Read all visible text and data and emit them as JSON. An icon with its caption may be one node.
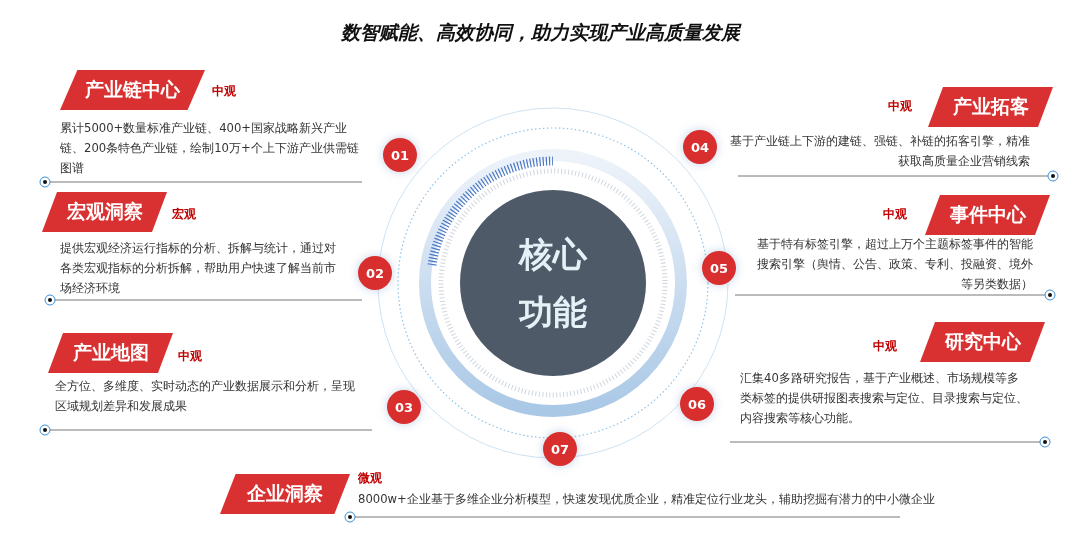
{
  "diagram": {
    "title": "数智赋能、高效协同，助力实现产业高质量发展",
    "nodes": [
      {
        "text": [
          "产业链中心"
        ],
        "beside": [
          "中观",
          "累计5000+数量标准产业链、400+国家战略新兴产业链、200条特色产业链，绘制10万+个上下游产业供需链图谱"
        ]
      },
      {
        "text": [
          "宏观洞察"
        ],
        "beside": [
          "宏观",
          "提供宏观经济运行指标的分析、拆解与统计，通过对各类宏观指标的分析拆解，帮助用户快速了解当前市场经济环境"
        ]
      },
      {
        "text": [
          "产业地图"
        ],
        "beside": [
          "中观",
          "全方位、多维度、实时动态的产业数据展示和分析，呈现区域规划差异和发展成果"
        ]
      },
      {
        "text": [
          "产业拓客"
        ],
        "beside": [
          "中观",
          "基于产业链上下游的建链、强链、补链的拓客引擎，精准获取高质量企业营销线索"
        ]
      },
      {
        "text": [
          "事件中心"
        ],
        "beside": [
          "中观",
          "基于特有标签引擎，超过上万个主题标签事件的智能搜索引擎（舆情、公告、政策、专利、投融资、境外等另类数据）"
        ]
      },
      {
        "text": [
          "研究中心"
        ],
        "beside": [
          "中观",
          "汇集40多路研究报告，基于产业概述、市场规模等多类标签的提供研报图表搜索与定位、目录搜索与定位、内容搜索等核心功能。"
        ]
      },
      {
        "text": [
          "企业洞察"
        ],
        "beside": [
          "微观",
          "8000w+企业基于多维企业分析模型，快速发现优质企业，精准定位行业龙头，辅助挖掘有潜力的中小微企业"
        ]
      },
      {
        "text": [
          "01"
        ]
      },
      {
        "text": [
          "02"
        ]
      },
      {
        "text": [
          "03"
        ]
      },
      {
        "text": [
          "04"
        ]
      },
      {
        "text": [
          "05"
        ]
      },
      {
        "text": [
          "06"
        ]
      },
      {
        "text": [
          "07"
        ]
      },
      {
        "text": [
          "核心功能"
        ]
      }
    ],
    "edges": []
  }
}
